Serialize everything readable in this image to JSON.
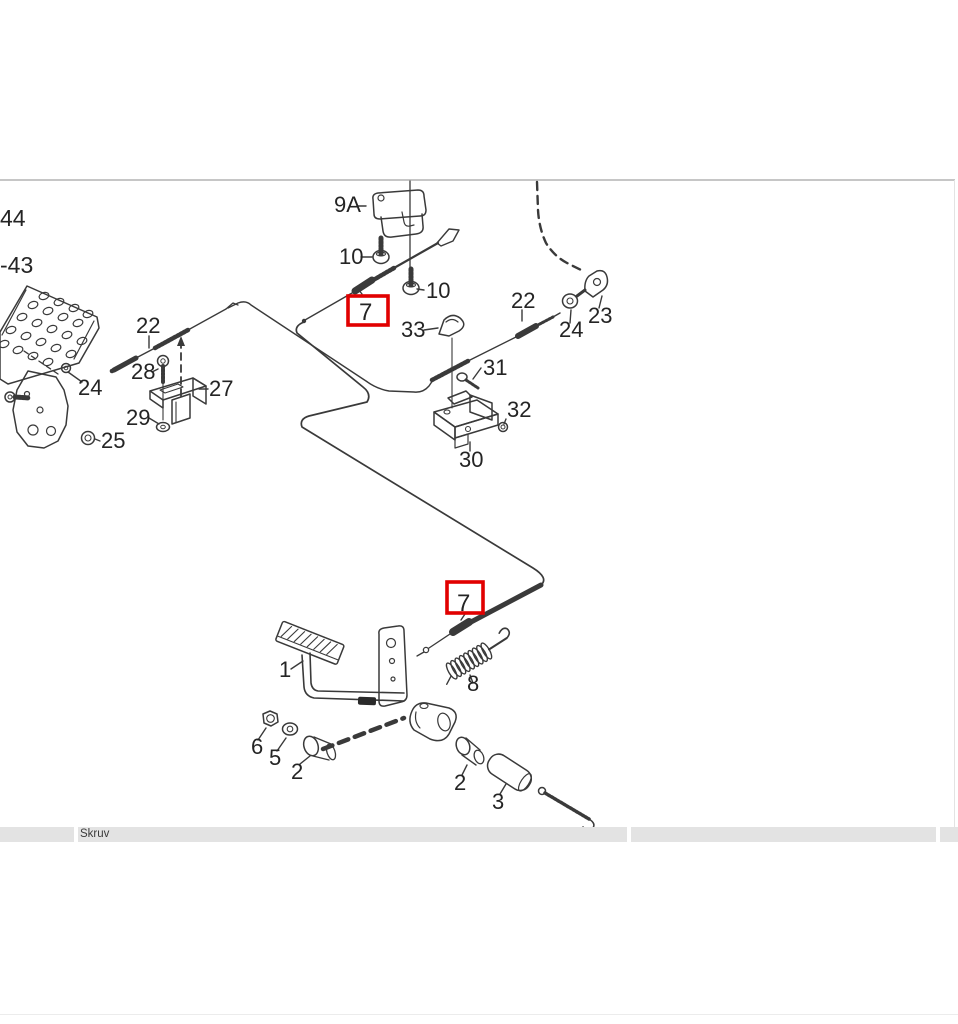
{
  "window": {
    "background": "#ffffff",
    "description": "parts catalog exploded diagram view"
  },
  "diagram": {
    "type": "exploded-parts-diagram",
    "subject": "pedal and cable assembly",
    "line_color": "#3a3a3a",
    "highlight_color": "#e10000",
    "highlighted_part_number": "7",
    "labels": [
      {
        "text": "44"
      },
      {
        "text": "-43"
      },
      {
        "text": "22"
      },
      {
        "text": "24"
      },
      {
        "text": "28"
      },
      {
        "text": "27"
      },
      {
        "text": "29"
      },
      {
        "text": "25"
      },
      {
        "text": "9A"
      },
      {
        "text": "10"
      },
      {
        "text": "10"
      },
      {
        "text": "7"
      },
      {
        "text": "33"
      },
      {
        "text": "22"
      },
      {
        "text": "23"
      },
      {
        "text": "24"
      },
      {
        "text": "31"
      },
      {
        "text": "32"
      },
      {
        "text": "30"
      },
      {
        "text": "7"
      },
      {
        "text": "1"
      },
      {
        "text": "8"
      },
      {
        "text": "6"
      },
      {
        "text": "5"
      },
      {
        "text": "2"
      },
      {
        "text": "2"
      },
      {
        "text": "3"
      }
    ]
  },
  "parts_row": {
    "name": "Skruv",
    "background": "#e3e3e3"
  }
}
